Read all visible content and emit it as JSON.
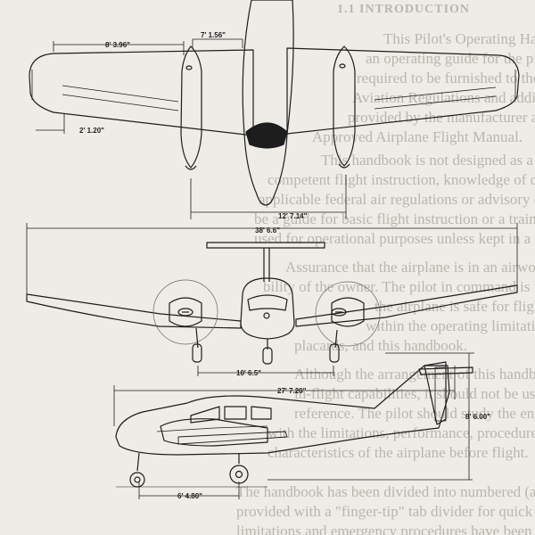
{
  "background_text": {
    "heading": "1.1 INTRODUCTION",
    "lines": [
      "This Pilot's Operating Handbook is designed as",
      "an operating guide for the pilot. It includes the material",
      "required to be furnished to the pilot by the Federal",
      "Aviation Regulations and additional information",
      "provided by the manufacturer and constitutes the FAA",
      "Approved Airplane Flight Manual.",
      "This handbook is not designed as a substitute for adequate and",
      "competent flight instruction, knowledge of current airworthiness directives,",
      "applicable federal air regulations or advisory circulars. It is not intended to",
      "be a guide for basic flight instruction or a training manual and should not be",
      "used for operational purposes unless kept in a current status.",
      "Assurance that the airplane is in an airworthy condition is the responsi-",
      "bility of the owner. The pilot in command is responsible for determining that",
      "the airplane is safe for flight. The pilot is also responsible for remaining",
      "within the operating limitations as outlined by instrument markings,",
      "placards, and this handbook.",
      "Although the arrangement of this handbook is intended to increase its",
      "in-flight capabilities, it should not be used solely as an occasional operating",
      "reference. The pilot should study the entire handbook to become familiar",
      "with the limitations, performance, procedures and operational handling",
      "characteristics of the airplane before flight.",
      "The handbook has been divided into numbered (arabic) sections, each",
      "provided with a \"finger-tip\" tab divider for quick reference. The",
      "limitations and emergency procedures have been placed ahead of the normal"
    ]
  },
  "dimensions": {
    "wing_tip_span": "8' 3.96\"",
    "nacelle_spacing": "7' 1.56\"",
    "tip_chord": "2' 1.20\"",
    "stabilator_span": "12' 7.14\"",
    "wingspan": "38' 6.6\"",
    "main_gear_track": "10' 6.5\"",
    "length": "27' 7.20\"",
    "height": "8' 6.00\"",
    "wheelbase": "6' 4.80\""
  },
  "colors": {
    "ink": "#1d1d1d",
    "paper": "#eeece6",
    "faded_text": "#b9b6ae"
  }
}
